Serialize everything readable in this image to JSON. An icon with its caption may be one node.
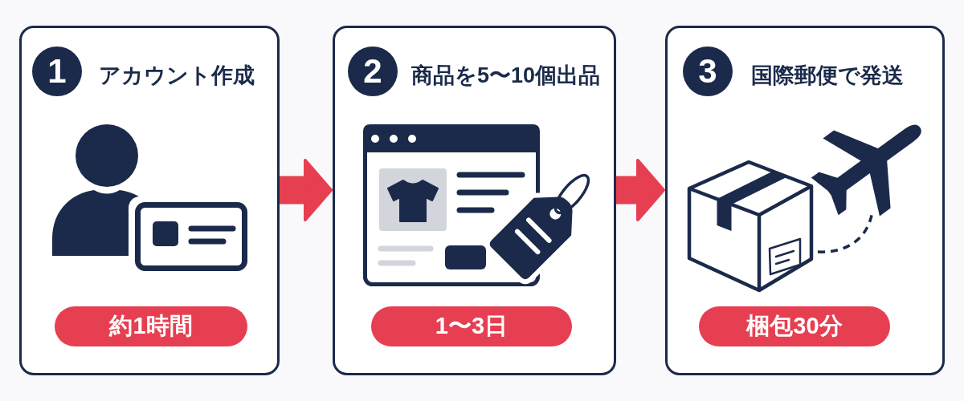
{
  "diagram": {
    "nodes": [
      {
        "text": [
          "アカウント作成"
        ]
      },
      {
        "text": [
          "1"
        ],
        "in": 0
      },
      {
        "text": [
          "約1時間"
        ],
        "in": 0
      },
      {
        "text": [
          "商品を5〜10個出品"
        ]
      },
      {
        "text": [
          "2"
        ],
        "in": 3
      },
      {
        "text": [
          "1〜3日"
        ],
        "in": 3
      },
      {
        "text": [
          "国際郵便で発送"
        ]
      },
      {
        "text": [
          "3"
        ],
        "in": 6
      },
      {
        "text": [
          "梱包30分"
        ],
        "in": 6
      }
    ],
    "edges": [
      {
        "from": 0,
        "to": 3,
        "arrow": "to"
      },
      {
        "from": 3,
        "to": 6,
        "arrow": "to"
      }
    ]
  }
}
